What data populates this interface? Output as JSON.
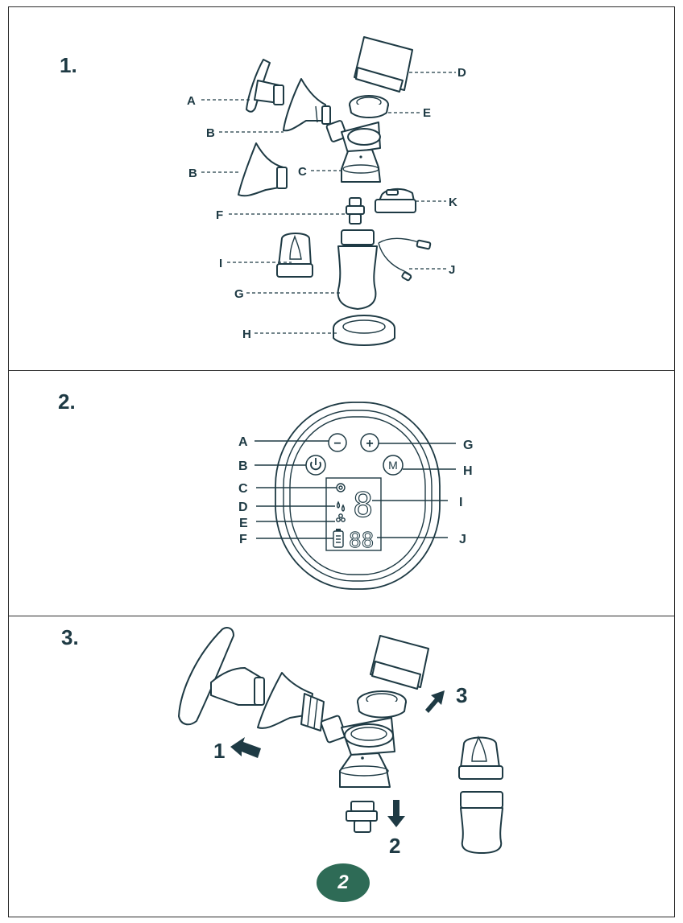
{
  "steps": {
    "one": "1.",
    "two": "2.",
    "three": "3."
  },
  "parts_labels": {
    "A": "A",
    "B1": "B",
    "B2": "B",
    "C": "C",
    "D": "D",
    "E": "E",
    "F": "F",
    "G": "G",
    "H": "H",
    "I": "I",
    "J": "J",
    "K": "K"
  },
  "control_labels": {
    "A": "A",
    "B": "B",
    "C": "C",
    "D": "D",
    "E": "E",
    "F": "F",
    "G": "G",
    "H": "H",
    "I": "I",
    "J": "J"
  },
  "control_glyphs": {
    "minus": "−",
    "plus": "+",
    "mode": "M"
  },
  "display": {
    "digit": "8",
    "timer": "88"
  },
  "assembly_arrows": {
    "one": "1",
    "two": "2",
    "three": "3"
  },
  "page_number": "2",
  "colors": {
    "ink": "#1e3a44",
    "badge": "#2e6b56",
    "line": "#2b2b2b"
  }
}
